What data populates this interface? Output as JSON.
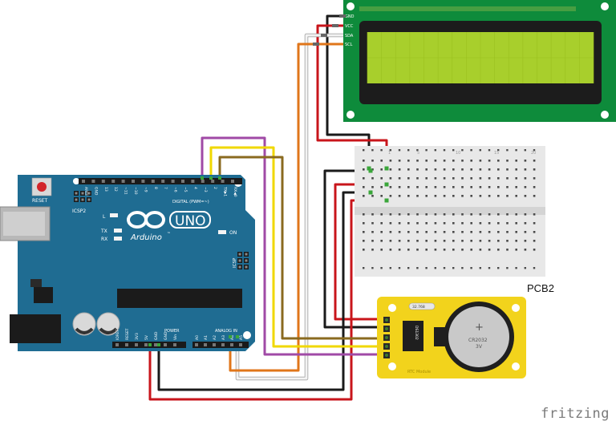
{
  "diagram": {
    "colors": {
      "arduino_board": "#1f6c92",
      "arduino_dark": "#17536f",
      "lcd_pcb": "#0e8b3b",
      "lcd_screen": "#a8cf2c",
      "lcd_bezel": "#1c1c1c",
      "breadboard": "#e8e8e8",
      "rtc_board": "#f2d31c",
      "battery": "#c9c9c9",
      "wire_red": "#c8151b",
      "wire_black": "#1a1a1a",
      "wire_orange": "#e0761a",
      "wire_white": "#f3f3f3",
      "wire_purple": "#a04aa6",
      "wire_yellow": "#f0d800",
      "wire_brown": "#8a6a1f"
    },
    "arduino": {
      "reset_label": "RESET",
      "icsp2_label": "ICSP2",
      "icsp_label": "ICSP",
      "logo_text": "UNO",
      "brand_text": "Arduino",
      "brand_mark": "™",
      "on_label": "ON",
      "l_label": "L",
      "tx_label": "TX",
      "rx_label": "RX",
      "digital_label": "DIGITAL (PWM=~)",
      "power_label": "POWER",
      "analog_label": "ANALOG IN",
      "top_pins": [
        "AREF",
        "GND",
        "13",
        "12",
        "~11",
        "~10",
        "~9",
        "8",
        "7",
        "~6",
        "~5",
        "4",
        "~3",
        "2",
        "TX▶1",
        "RX◀0"
      ],
      "power_pins": [
        "IOREF",
        "RESET",
        "3V3",
        "5V",
        "GND",
        "GND",
        "Vin"
      ],
      "analog_pins": [
        "A0",
        "A1",
        "A2",
        "A3",
        "A4",
        "A5"
      ]
    },
    "lcd": {
      "pins": [
        "GND",
        "VCC",
        "SDA",
        "SCL"
      ]
    },
    "breadboard": {
      "col_numbers": [
        "1",
        "5",
        "10",
        "15",
        "20"
      ]
    },
    "rtc": {
      "battery_label": "CR2032",
      "battery_voltage": "3V",
      "battery_plus": "+",
      "chip_label": "DS1302",
      "module_label": "RTC Module",
      "crystal_label": "32.768"
    },
    "pcb2_label": "PCB2",
    "watermark": "fritzing"
  }
}
